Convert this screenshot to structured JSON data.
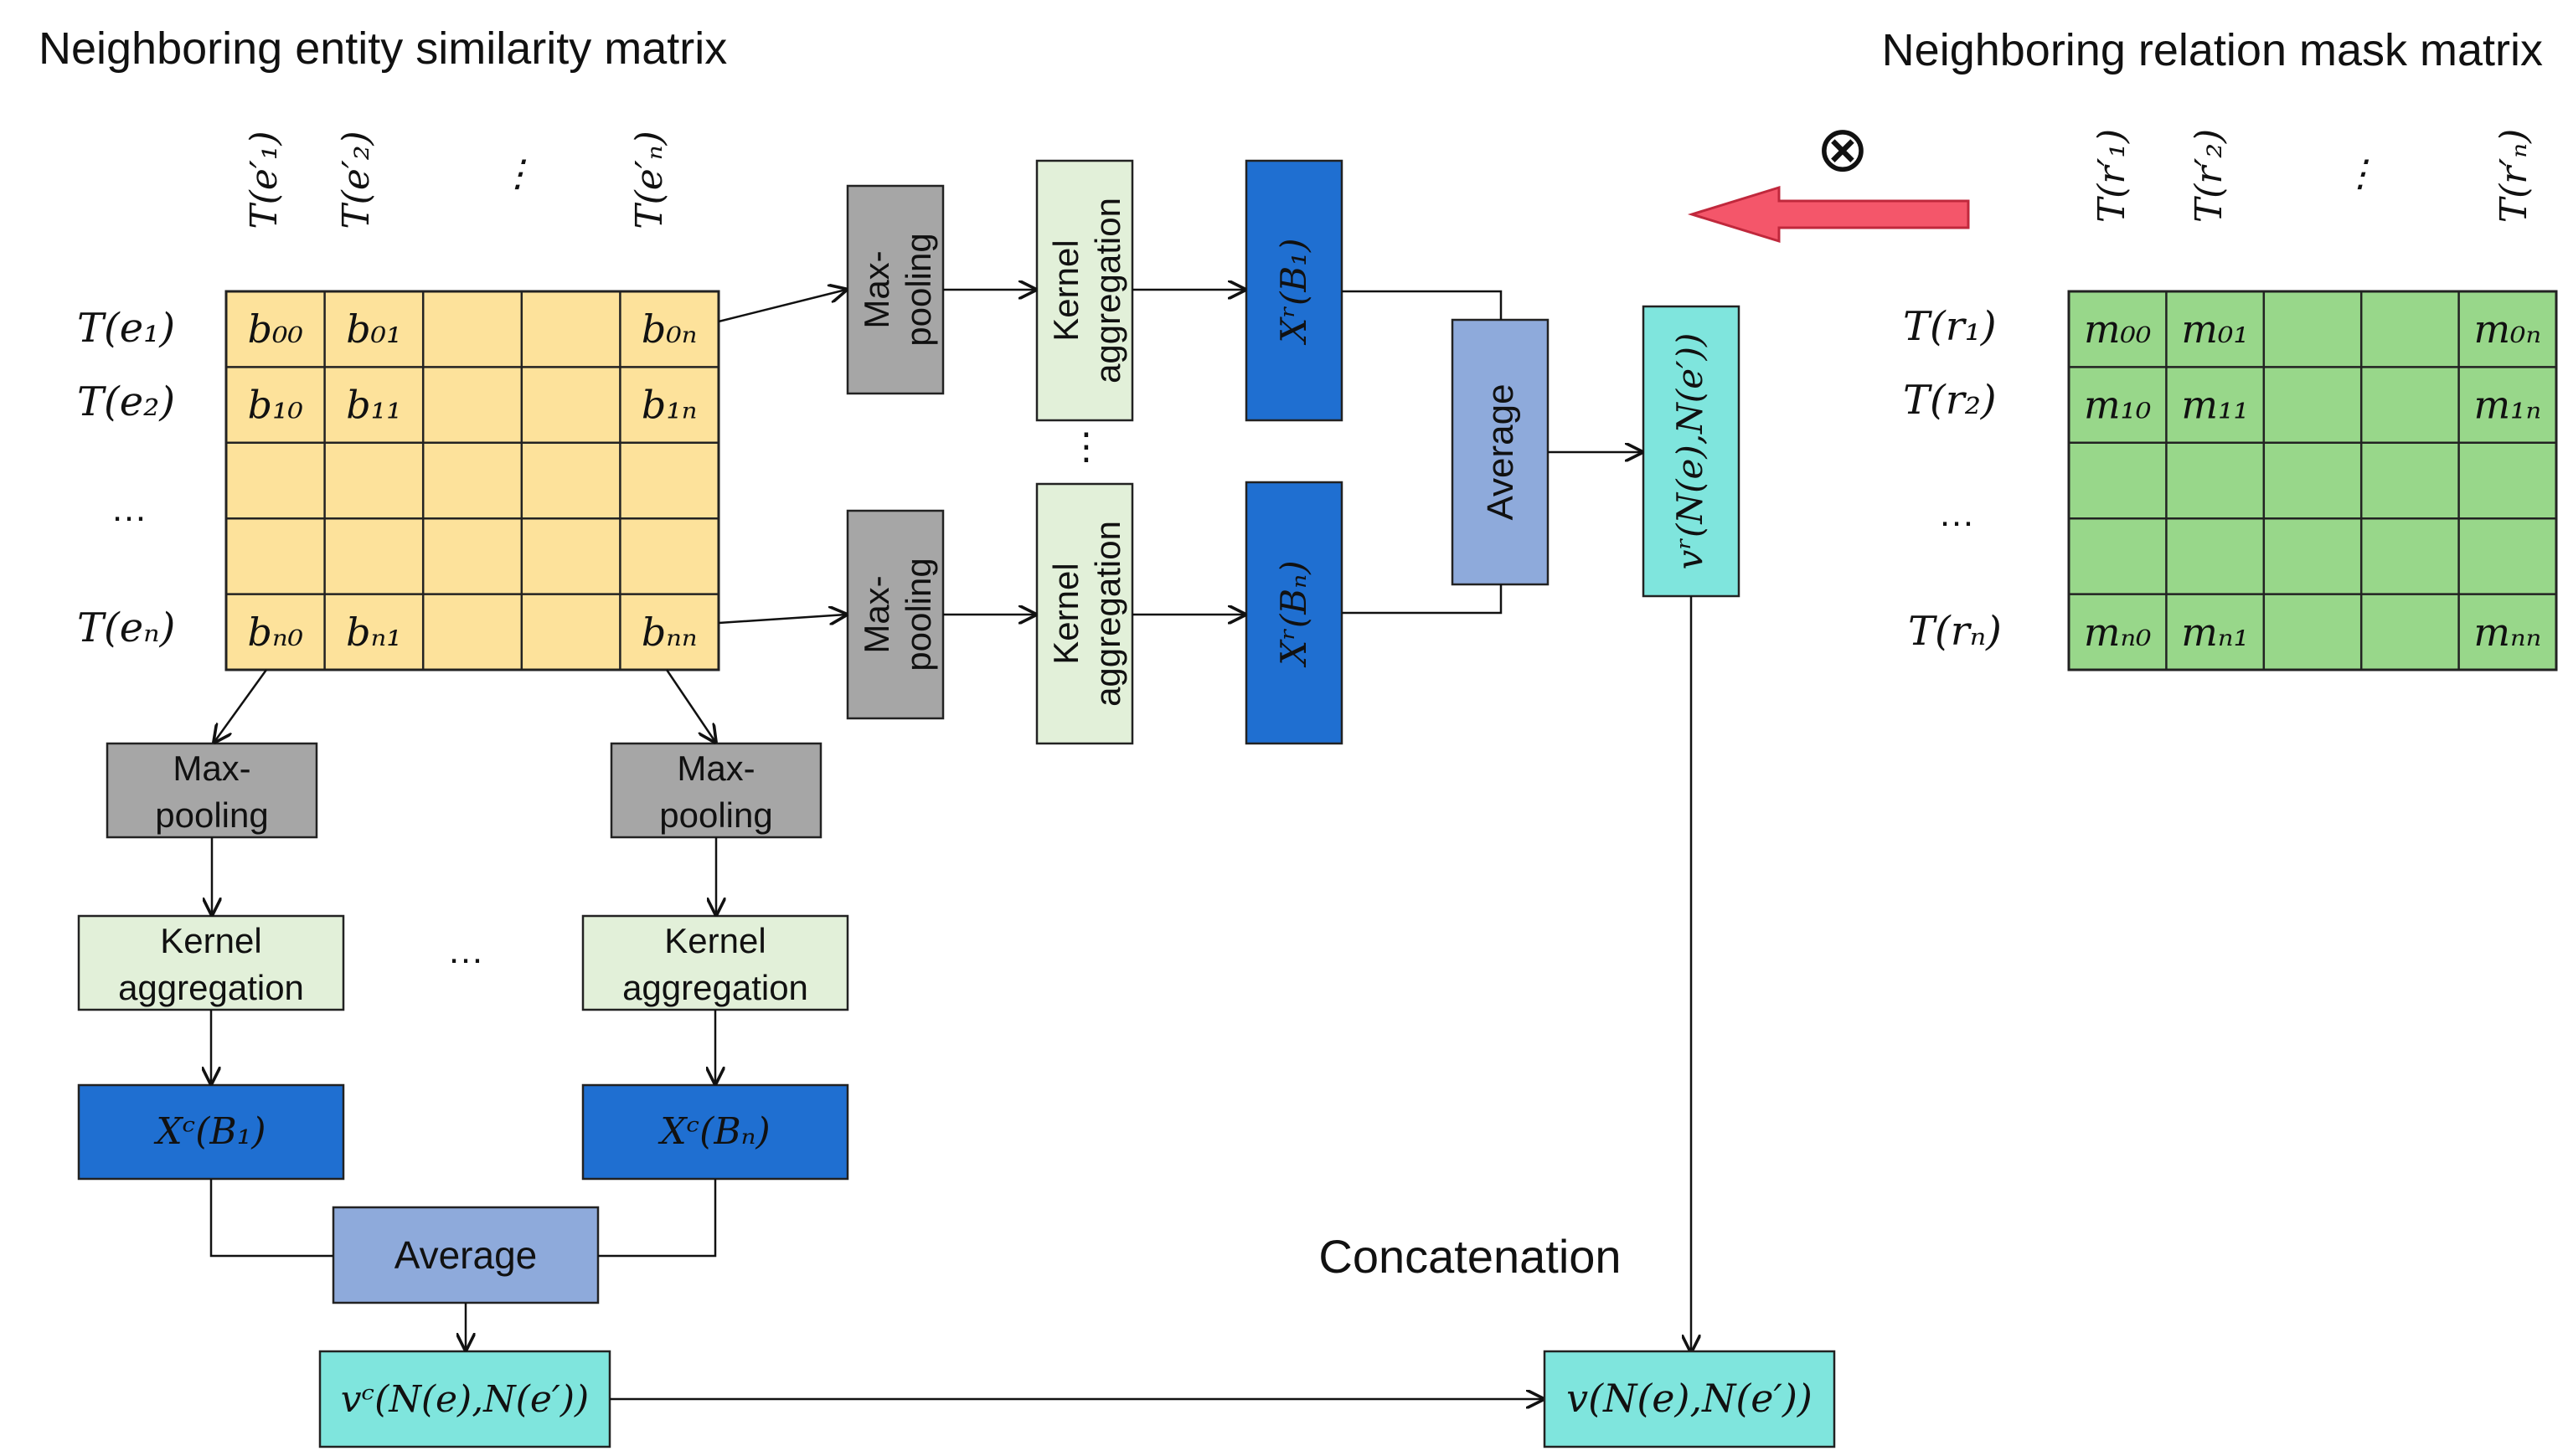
{
  "titles": {
    "entity_matrix": "Neighboring entity similarity matrix",
    "relation_matrix": "Neighboring relation mask matrix",
    "concatenation": "Concatenation"
  },
  "operator": "⊗",
  "entity_matrix": {
    "col_headers": [
      "T(e′₁)",
      "T(e′₂)",
      "⋮",
      "T(e′ₙ)"
    ],
    "row_headers": [
      "T(e₁)",
      "T(e₂)",
      "…",
      "T(eₙ)"
    ],
    "cells": [
      [
        "b₀₀",
        "b₀₁",
        "",
        "",
        "b₀ₙ"
      ],
      [
        "b₁₀",
        "b₁₁",
        "",
        "",
        "b₁ₙ"
      ],
      [
        "",
        "",
        "",
        "",
        ""
      ],
      [
        "",
        "",
        "",
        "",
        ""
      ],
      [
        "bₙ₀",
        "bₙ₁",
        "",
        "",
        "bₙₙ"
      ]
    ],
    "fill": "#fde29b"
  },
  "relation_matrix": {
    "col_headers": [
      "T(r′₁)",
      "T(r′₂)",
      "⋮",
      "T(r′ₙ)"
    ],
    "row_headers": [
      "T(r₁)",
      "T(r₂)",
      "…",
      "T(rₙ)"
    ],
    "cells": [
      [
        "m₀₀",
        "m₀₁",
        "",
        "",
        "m₀ₙ"
      ],
      [
        "m₁₀",
        "m₁₁",
        "",
        "",
        "m₁ₙ"
      ],
      [
        "",
        "",
        "",
        "",
        ""
      ],
      [
        "",
        "",
        "",
        "",
        ""
      ],
      [
        "mₙ₀",
        "mₙ₁",
        "",
        "",
        "mₙₙ"
      ]
    ],
    "fill": "#98d78a"
  },
  "relation_branch": {
    "maxpool": [
      "Max-",
      "pooling"
    ],
    "kernel": [
      "Kernel",
      "aggregation"
    ],
    "x_top": "Xʳ(B₁)",
    "x_bottom": "Xʳ(Bₙ)",
    "dots": "⋮",
    "average": "Average",
    "result": "vʳ(N(e),N(e′))"
  },
  "column_branch": {
    "maxpool": [
      "Max-",
      "pooling"
    ],
    "kernel": [
      "Kernel",
      "aggregation"
    ],
    "x_left": "Xᶜ(B₁)",
    "x_right": "Xᶜ(Bₙ)",
    "dots": "…",
    "average": "Average",
    "result": "vᶜ(N(e),N(e′))"
  },
  "final": "v(N(e),N(e′))",
  "colors": {
    "maxpool": "#a6a6a6",
    "kernel": "#e2f0d9",
    "x_box": "#1f6fd1",
    "average": "#8eaadb",
    "result": "#7fe5dd",
    "arrow": "#f4566a"
  }
}
